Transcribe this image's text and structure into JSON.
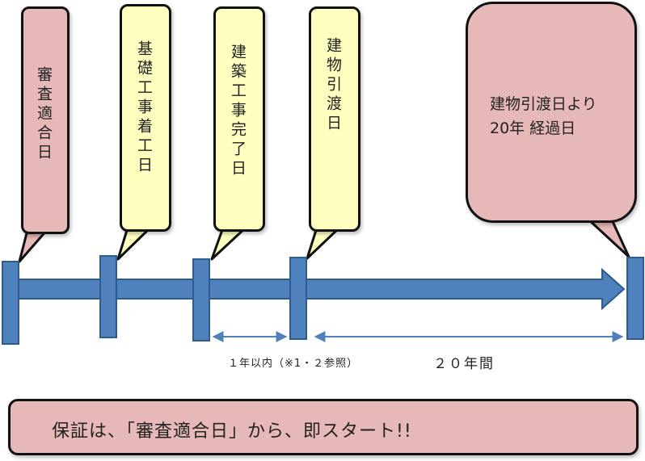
{
  "colors": {
    "pink": "#e6b8b7",
    "yellow": "#ffffc0",
    "blue": "#4f81bd",
    "blue_dark": "#2e5c8e",
    "outline": "#111111"
  },
  "callouts": {
    "review": "審査適合日",
    "construction_start": "基礎工事着工日",
    "construction_complete": "建築工事完了日",
    "handover": "建物引渡日",
    "expiry_line1": "建物引渡日より",
    "expiry_line2": "20年 経過日"
  },
  "ranges": {
    "within_one_year": "１年以内（※1・２参照）",
    "twenty_years": "２０年間"
  },
  "footer": {
    "text": "保証は、「審査適合日」から、即スタート!!"
  }
}
